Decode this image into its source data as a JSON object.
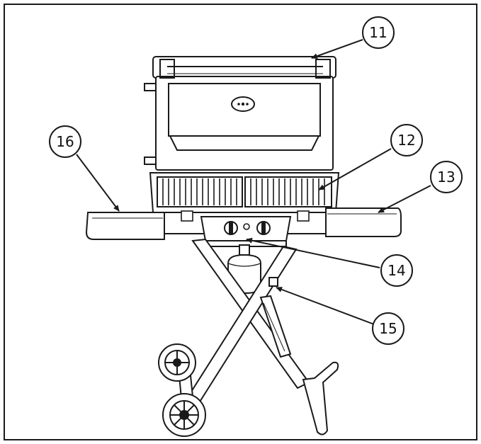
{
  "callouts": [
    {
      "id": "c11",
      "label": "11"
    },
    {
      "id": "c12",
      "label": "12"
    },
    {
      "id": "c13",
      "label": "13"
    },
    {
      "id": "c14",
      "label": "14"
    },
    {
      "id": "c15",
      "label": "15"
    },
    {
      "id": "c16",
      "label": "16"
    }
  ],
  "colors": {
    "line": "#1a1a1a",
    "paper": "#ffffff",
    "shade": "#d9d9d9"
  }
}
